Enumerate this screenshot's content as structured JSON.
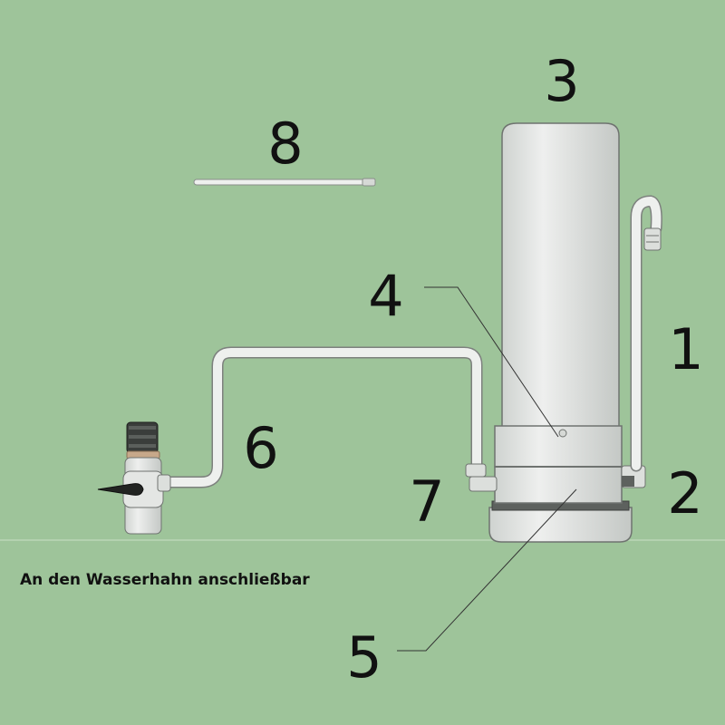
{
  "caption": "An den Wasserhahn anschließbar",
  "labels": {
    "n1": "1",
    "n2": "2",
    "n3": "3",
    "n4": "4",
    "n5": "5",
    "n6": "6",
    "n7": "7",
    "n8": "8"
  },
  "colors": {
    "background": "#9ec49a",
    "component": "#e6e8e6",
    "component_shade": "#c9cdca",
    "outline": "#6f7370",
    "text": "#111111"
  }
}
